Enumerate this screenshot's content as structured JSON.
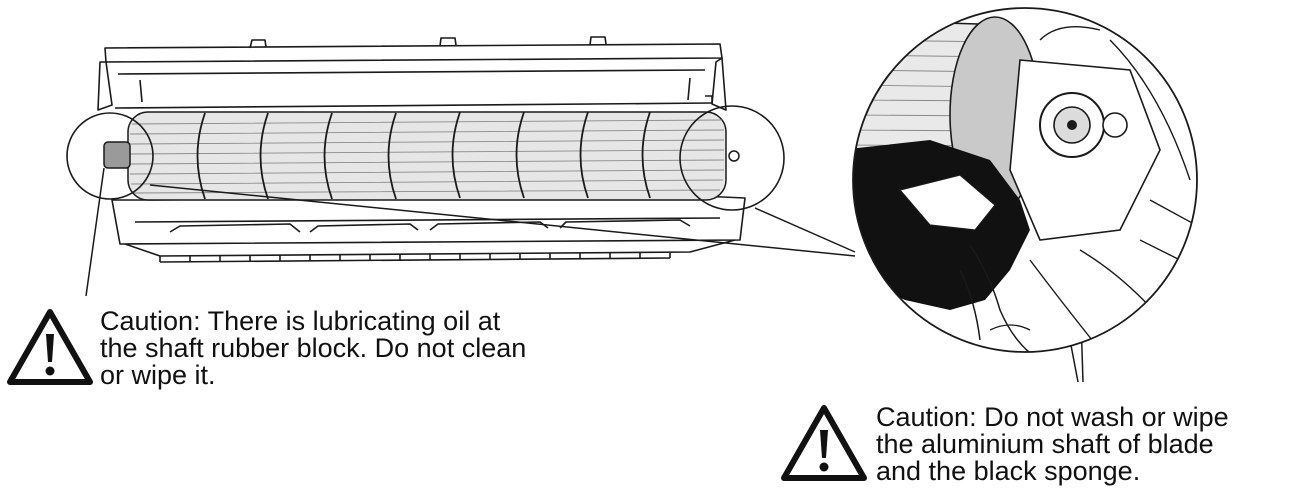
{
  "caution_left": {
    "icon": "warning-triangle-icon",
    "lines": [
      "Caution: There is lubricating oil at",
      "the shaft rubber block. Do not clean",
      "or wipe it."
    ]
  },
  "caution_right": {
    "icon": "warning-triangle-icon",
    "lines": [
      "Caution: Do not wash or wipe",
      "the aluminium shaft of blade",
      "and the black sponge."
    ]
  },
  "colors": {
    "line": "#1a1a1a",
    "fill_dark": "#111111",
    "fan_fill": "#e6e6e6",
    "background": "#ffffff"
  }
}
